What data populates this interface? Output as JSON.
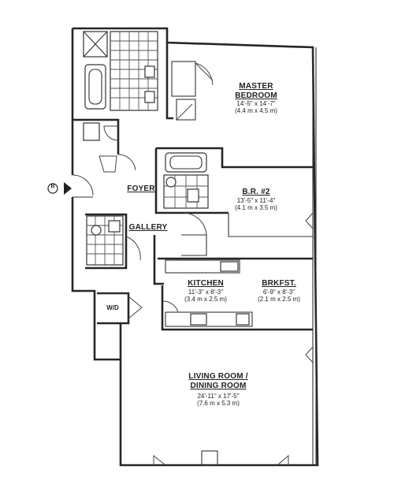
{
  "rooms": {
    "master_bedroom": {
      "name_line1": "MASTER",
      "name_line2": "BEDROOM",
      "dim_ft": "14'-5\" x 14'-7\"",
      "dim_m": "(4.4 m x 4.5 m)"
    },
    "bedroom_2": {
      "name": "B.R. #2",
      "dim_ft": "13'-5\" x 11'-4\"",
      "dim_m": "(4.1 m x 3.5 m)"
    },
    "foyer": {
      "name": "FOYER"
    },
    "gallery": {
      "name": "GALLERY"
    },
    "kitchen": {
      "name": "KITCHEN",
      "dim_ft": "11'-3\" x 8'-3\"",
      "dim_m": "(3.4 m x 2.5 m)"
    },
    "breakfast": {
      "name": "BRKFST.",
      "dim_ft": "6'-9\" x 8'-3\"",
      "dim_m": "(2.1 m x 2.5 m)"
    },
    "living_dining": {
      "name_line1": "LIVING ROOM /",
      "name_line2": "DINING ROOM",
      "dim_ft": "24'-11\" x 17'-5\"",
      "dim_m": "(7.6 m x 5.3 m)"
    },
    "washer_dryer": {
      "name": "W/D"
    }
  },
  "entry": {
    "marker": "B"
  },
  "colors": {
    "line": "#262626",
    "background": "#ffffff"
  }
}
